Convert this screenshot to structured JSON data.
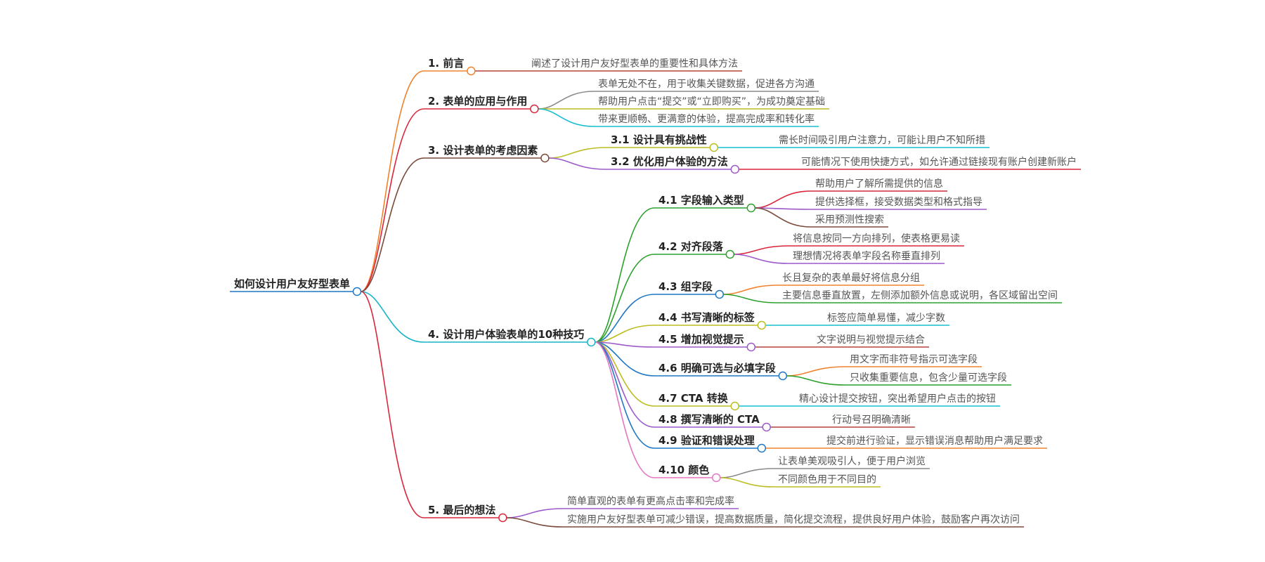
{
  "root": {
    "label": "如何设计用户友好型表单",
    "color": "#1f77c4"
  },
  "branches": [
    {
      "label": "1. 前言",
      "color": "#f0822d",
      "leaves": [
        {
          "label": "阐述了设计用户友好型表单的重要性和具体方法",
          "color": "#b5443a"
        }
      ]
    },
    {
      "label": "2. 表单的应用与作用",
      "color": "#d9263a",
      "leaves": [
        {
          "label": "表单无处不在，用于收集关键数据，促进各方沟通",
          "color": "#8a8a8a"
        },
        {
          "label": "帮助用户点击“提交”或“立即购买”，为成功奠定基础",
          "color": "#bcbd22"
        },
        {
          "label": "带来更顺畅、更满意的体验，提高完成率和转化率",
          "color": "#17becf"
        }
      ]
    },
    {
      "label": "3. 设计表单的考虑因素",
      "color": "#7a4a3a",
      "children": [
        {
          "label": "3.1 设计具有挑战性",
          "color": "#bcbd22",
          "leaves": [
            {
              "label": "需长时间吸引用户注意力，可能让用户不知所措",
              "color": "#17becf"
            }
          ]
        },
        {
          "label": "3.2 优化用户体验的方法",
          "color": "#9b59c9",
          "leaves": [
            {
              "label": "可能情况下使用快捷方式，如允许通过链接现有账户创建新账户",
              "color": "#d9263a"
            }
          ]
        }
      ]
    },
    {
      "label": "4. 设计用户体验表单的10种技巧",
      "color": "#17b3c9",
      "children": [
        {
          "label": "4.1 字段输入类型",
          "color": "#2ca02c",
          "leaves": [
            {
              "label": "帮助用户了解所需提供的信息",
              "color": "#d9263a"
            },
            {
              "label": "提供选择框，接受数据类型和格式指导",
              "color": "#9b59c9"
            },
            {
              "label": "采用预测性搜索",
              "color": "#7a4a3a"
            }
          ]
        },
        {
          "label": "4.2 对齐段落",
          "color": "#2ca02c",
          "leaves": [
            {
              "label": "将信息按同一方向排列，使表格更易读",
              "color": "#d9263a"
            },
            {
              "label": "理想情况将表单字段名称垂直排列",
              "color": "#9b59c9"
            }
          ]
        },
        {
          "label": "4.3 组字段",
          "color": "#1f77c4",
          "leaves": [
            {
              "label": "长且复杂的表单最好将信息分组",
              "color": "#f0822d"
            },
            {
              "label": "主要信息垂直放置，左侧添加额外信息或说明，各区域留出空间",
              "color": "#2ca02c"
            }
          ]
        },
        {
          "label": "4.4 书写清晰的标签",
          "color": "#bcbd22",
          "leaves": [
            {
              "label": "标签应简单易懂，减少字数",
              "color": "#17becf"
            }
          ]
        },
        {
          "label": "4.5 增加视觉提示",
          "color": "#9b59c9",
          "leaves": [
            {
              "label": "文字说明与视觉提示结合",
              "color": "#b5443a"
            }
          ]
        },
        {
          "label": "4.6 明确可选与必填字段",
          "color": "#1f77c4",
          "leaves": [
            {
              "label": "用文字而非符号指示可选字段",
              "color": "#f0822d"
            },
            {
              "label": "只收集重要信息，包含少量可选字段",
              "color": "#2ca02c"
            }
          ]
        },
        {
          "label": "4.7 CTA 转换",
          "color": "#bcbd22",
          "leaves": [
            {
              "label": "精心设计提交按钮，突出希望用户点击的按钮",
              "color": "#17becf"
            }
          ]
        },
        {
          "label": "4.8 撰写清晰的 CTA",
          "color": "#9b59c9",
          "leaves": [
            {
              "label": "行动号召明确清晰",
              "color": "#b5443a"
            }
          ]
        },
        {
          "label": "4.9 验证和错误处理",
          "color": "#1f77c4",
          "leaves": [
            {
              "label": "提交前进行验证，显示错误消息帮助用户满足要求",
              "color": "#f0822d"
            }
          ]
        },
        {
          "label": "4.10 颜色",
          "color": "#e377c2",
          "leaves": [
            {
              "label": "让表单美观吸引人，便于用户浏览",
              "color": "#8a8a8a"
            },
            {
              "label": "不同颜色用于不同目的",
              "color": "#bcbd22"
            }
          ]
        }
      ]
    },
    {
      "label": "5. 最后的想法",
      "color": "#d9263a",
      "leaves": [
        {
          "label": "简单直观的表单有更高点击率和完成率",
          "color": "#9b59c9"
        },
        {
          "label": "实施用户友好型表单可减少错误，提高数据质量，简化提交流程，提供良好用户体验，鼓励客户再次访问",
          "color": "#7a4a3a"
        }
      ]
    }
  ]
}
